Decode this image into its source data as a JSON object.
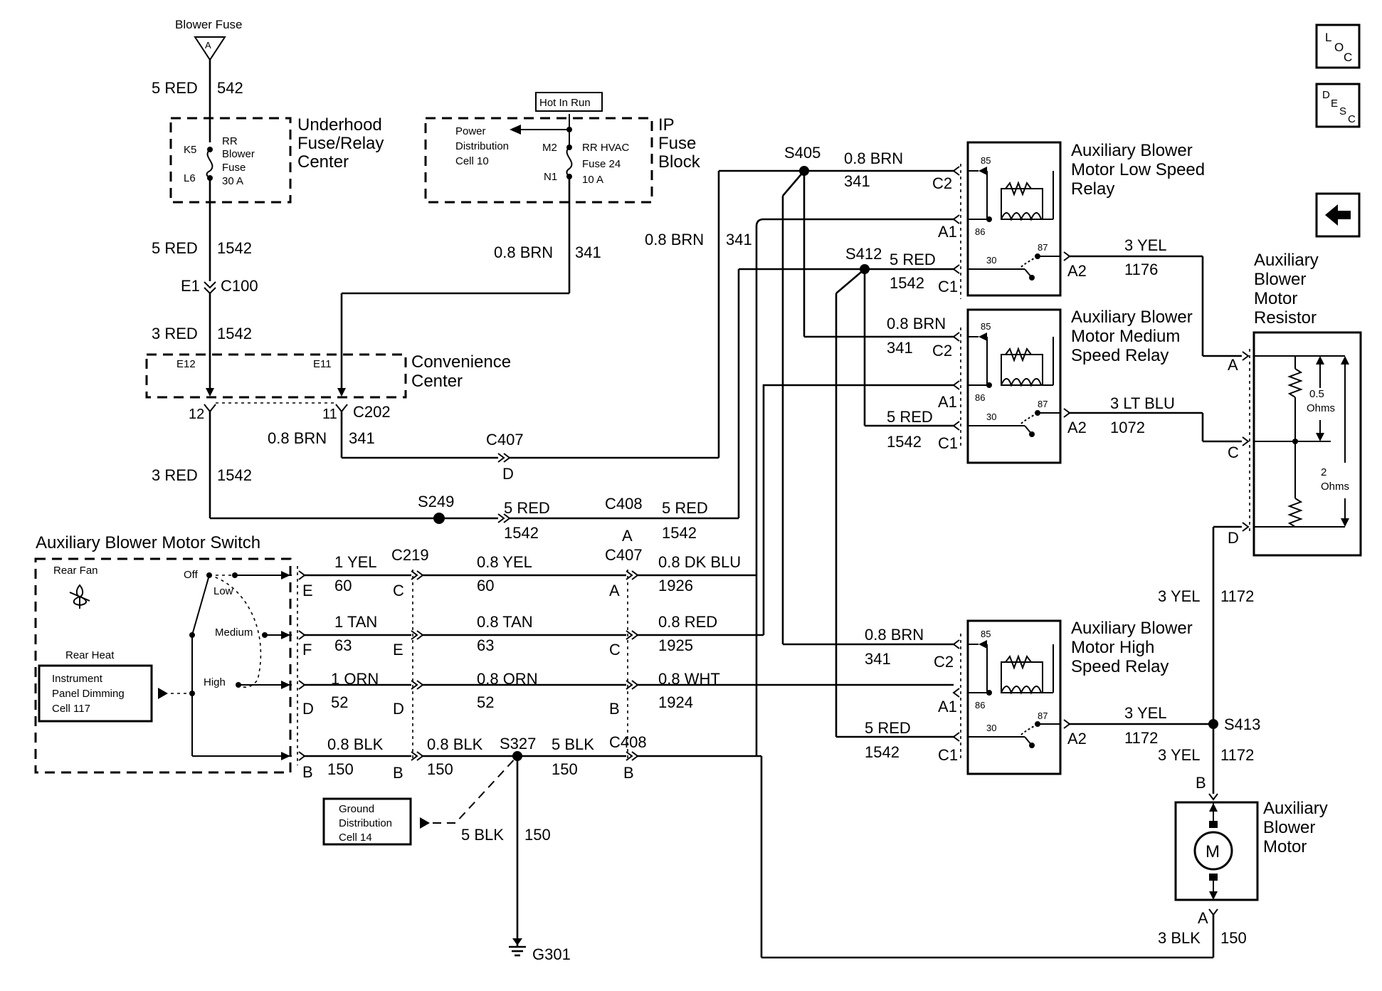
{
  "nav": {
    "loc": {
      "a": "L",
      "b": "O",
      "c": "C"
    },
    "desc": {
      "a": "D",
      "b": "E",
      "c": "S",
      "d": "C"
    }
  },
  "top": {
    "blower_fuse": "Blower Fuse",
    "fuse_letter": "A",
    "wire_a": {
      "gauge": "5 RED",
      "circuit": "542"
    },
    "underhood": {
      "line1": "Underhood",
      "line2": "Fuse/Relay",
      "line3": "Center"
    },
    "k5": "K5",
    "l6": "L6",
    "rr_fuse": {
      "line1": "RR",
      "line2": "Blower",
      "line3": "Fuse",
      "line4": "30 A"
    },
    "wire_b": {
      "gauge": "5 RED",
      "circuit": "1542"
    },
    "c100": {
      "pin": "E1",
      "name": "C100"
    },
    "wire_c": {
      "gauge": "3 RED",
      "circuit": "1542"
    }
  },
  "ip_block": {
    "hot_in_run": "Hot In Run",
    "pdc": {
      "line1": "Power",
      "line2": "Distribution",
      "line3": "Cell 10"
    },
    "m2": "M2",
    "n1": "N1",
    "fuse": {
      "line1": "RR HVAC",
      "line2": "Fuse 24",
      "line3": "10 A"
    },
    "name": {
      "line1": "IP",
      "line2": "Fuse",
      "line3": "Block"
    },
    "wire": {
      "gauge": "0.8 BRN",
      "circuit": "341"
    }
  },
  "convenience": {
    "e12": "E12",
    "e11": "E11",
    "name": {
      "line1": "Convenience",
      "line2": "Center"
    },
    "pin12": "12",
    "pin11": "11",
    "c202": "C202",
    "wire_brn": {
      "gauge": "0.8 BRN",
      "circuit": "341"
    },
    "wire_red": {
      "gauge": "3 RED",
      "circuit": "1542"
    }
  },
  "c407_d": {
    "name": "C407",
    "pin": "D"
  },
  "brn_left": {
    "gauge": "0.8 BRN",
    "circuit": "341"
  },
  "s249": "S249",
  "s249_wire": {
    "gauge": "5 RED",
    "circuit": "1542"
  },
  "c408_a": {
    "name": "C408",
    "pin": "A",
    "gauge": "5 RED",
    "circuit": "1542"
  },
  "s405": "S405",
  "s412": "S412",
  "low_relay": {
    "wire_brn": {
      "gauge": "0.8 BRN",
      "circuit": "341"
    },
    "c2": "C2",
    "a1": "A1",
    "wire_red": {
      "gauge": "5 RED",
      "circuit": "1542"
    },
    "c1": "C1",
    "p85": "85",
    "p86": "86",
    "p87": "87",
    "p30": "30",
    "a2": "A2",
    "out": {
      "gauge": "3 YEL",
      "circuit": "1176"
    },
    "name": {
      "line1": "Auxiliary Blower",
      "line2": "Motor Low Speed",
      "line3": "Relay"
    }
  },
  "med_relay": {
    "wire_brn": {
      "gauge": "0.8 BRN",
      "circuit": "341"
    },
    "c2": "C2",
    "a1": "A1",
    "wire_red": {
      "gauge": "5 RED",
      "circuit": "1542"
    },
    "c1": "C1",
    "p85": "85",
    "p86": "86",
    "p87": "87",
    "p30": "30",
    "a2": "A2",
    "out": {
      "gauge": "3 LT BLU",
      "circuit": "1072"
    },
    "name": {
      "line1": "Auxiliary Blower",
      "line2": "Motor Medium",
      "line3": "Speed Relay"
    }
  },
  "high_relay": {
    "wire_brn": {
      "gauge": "0.8 BRN",
      "circuit": "341"
    },
    "c2": "C2",
    "a1": "A1",
    "wire_red": {
      "gauge": "5 RED",
      "circuit": "1542"
    },
    "c1": "C1",
    "p85": "85",
    "p86": "86",
    "p87": "87",
    "p30": "30",
    "a2": "A2",
    "out": {
      "gauge": "3 YEL",
      "circuit": "1172"
    },
    "name": {
      "line1": "Auxiliary Blower",
      "line2": "Motor High",
      "line3": "Speed Relay"
    }
  },
  "resistor": {
    "name": {
      "line1": "Auxiliary",
      "line2": "Blower",
      "line3": "Motor",
      "line4": "Resistor"
    },
    "pin_a": "A",
    "pin_c": "C",
    "pin_d": "D",
    "r1": {
      "value": "0.5",
      "unit": "Ohms"
    },
    "r2": {
      "value": "2",
      "unit": "Ohms"
    }
  },
  "motor": {
    "feed": {
      "gauge": "3 YEL",
      "circuit": "1172"
    },
    "s413": "S413",
    "feed2": {
      "gauge": "3 YEL",
      "circuit": "1172"
    },
    "pin_b": "B",
    "symbol": "M",
    "name": {
      "line1": "Auxiliary",
      "line2": "Blower",
      "line3": "Motor"
    },
    "pin_a": "A",
    "ground": {
      "gauge": "3 BLK",
      "circuit": "150"
    }
  },
  "switch": {
    "title": "Auxiliary Blower Motor Switch",
    "rear_fan": "Rear Fan",
    "rear_heat": "Rear Heat",
    "off": "Off",
    "low": "Low",
    "medium": "Medium",
    "high": "High",
    "ipd": {
      "line1": "Instrument",
      "line2": "Panel Dimming",
      "line3": "Cell 117"
    },
    "pins": {
      "e": "E",
      "f": "F",
      "d": "D",
      "b": "B"
    }
  },
  "rows": {
    "r1": {
      "w1": "1 YEL",
      "c1": "60",
      "c219": "C219",
      "p1": "C",
      "w2": "0.8 YEL",
      "c2": "60",
      "c407": "C407",
      "p2": "A",
      "w3": "0.8 DK BLU",
      "c3": "1926"
    },
    "r2": {
      "w1": "1 TAN",
      "c1": "63",
      "p1": "E",
      "w2": "0.8 TAN",
      "c2": "63",
      "p2": "C",
      "w3": "0.8 RED",
      "c3": "1925"
    },
    "r3": {
      "w1": "1 ORN",
      "c1": "52",
      "p1": "D",
      "w2": "0.8 ORN",
      "c2": "52",
      "p2": "B",
      "w3": "0.8 WHT",
      "c3": "1924"
    },
    "r4": {
      "w1": "0.8 BLK",
      "c1": "150",
      "p1": "B",
      "w2": "0.8 BLK",
      "c2": "150",
      "s327": "S327",
      "w3": "5 BLK",
      "c3": "150",
      "c408": "C408",
      "p2": "B"
    }
  },
  "ground": {
    "gdc": {
      "line1": "Ground",
      "line2": "Distribution",
      "line3": "Cell 14"
    },
    "wire": {
      "gauge": "5 BLK",
      "circuit": "150"
    },
    "g301": "G301"
  }
}
